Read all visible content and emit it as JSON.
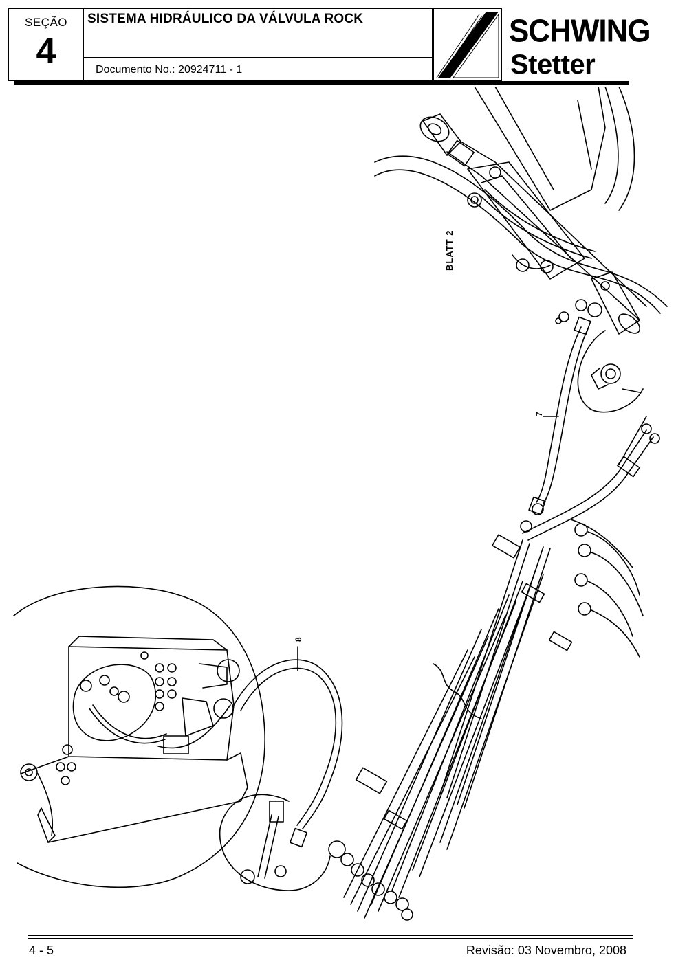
{
  "header": {
    "section_label": "SEÇÃO",
    "section_number": "4",
    "title": "SISTEMA HIDRÁULICO DA VÁLVULA ROCK",
    "document_number": "Documento No.: 20924711 - 1",
    "brand_line1": "SCHWING",
    "brand_line2": "Stetter"
  },
  "drawing": {
    "sheet_reference": "BLATT 2",
    "callouts": [
      "7",
      "8"
    ]
  },
  "footer": {
    "page_number": "4 - 5",
    "revision": "Revisão: 03 Novembro, 2008"
  }
}
